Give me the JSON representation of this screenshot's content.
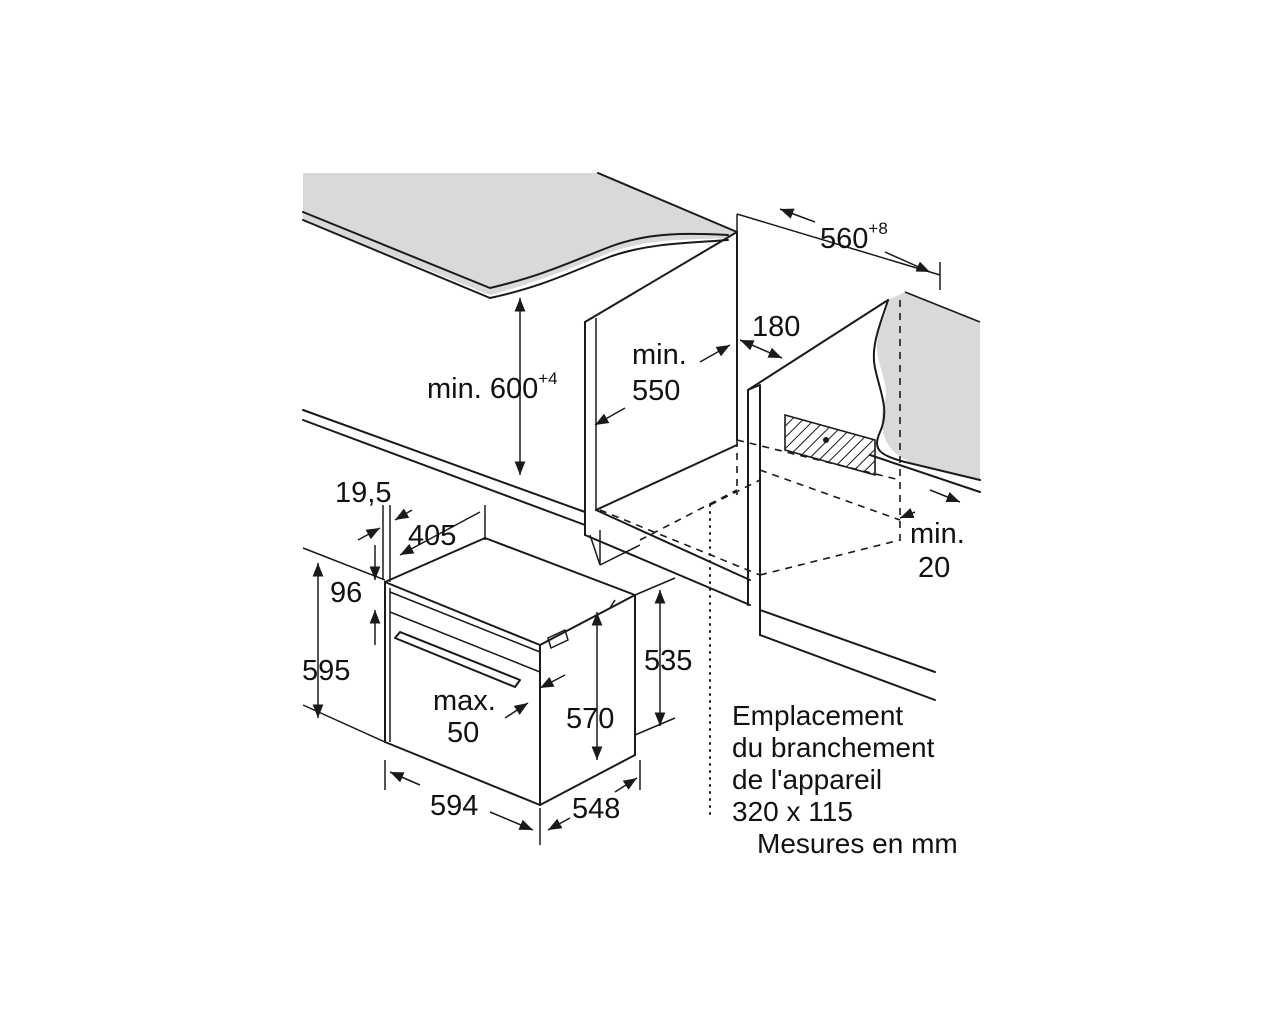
{
  "dimensions": {
    "niche_width": "560",
    "niche_width_tol": "+8",
    "niche_height": "min. 600",
    "niche_height_tol": "+4",
    "depth_min_label": "min.",
    "depth_min_value": "550",
    "rear_gap": "180",
    "floor_gap_label": "min.",
    "floor_gap_value": "20",
    "front_panel_thickness": "19,5",
    "top_depth": "405",
    "top_offset": "96",
    "total_height": "595",
    "body_height": "570",
    "side_height": "535",
    "handle_max_label": "max.",
    "handle_max_value": "50",
    "total_width": "594",
    "total_depth": "548"
  },
  "notes": {
    "connection_line1": "Emplacement",
    "connection_line2": "du branchement",
    "connection_line3": "de l'appareil",
    "connection_size": "320 x 115",
    "units": "Mesures en mm"
  }
}
